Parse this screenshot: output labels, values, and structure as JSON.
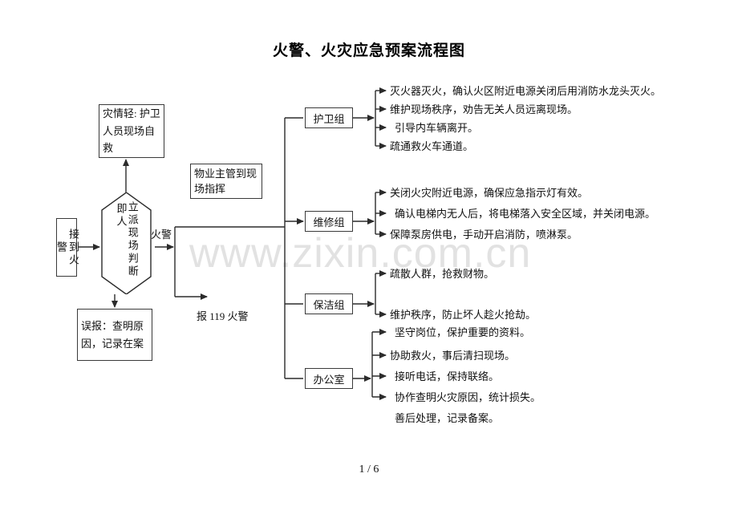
{
  "document": {
    "title": "火警、火灾应急预案流程图",
    "footer": "1 / 6",
    "watermark": "www.zixin.com.cn"
  },
  "flow": {
    "start": "接到火警",
    "decision": {
      "col1": "立派现场判断",
      "col2": "即人",
      "full": "立即派人现场判断"
    },
    "light_case": "灾情轻: 护卫人员现场自救",
    "false_alarm": "误报：查明原因，记录在案",
    "supervisor": "物业主管到现场指挥",
    "fire_label": "火警",
    "call_119": "报 119 火警"
  },
  "groups": [
    {
      "name": "护卫组",
      "tasks": [
        "灭火器灭火，确认火区附近电源关闭后用消防水龙头灭火。",
        "维护现场秩序，劝告无关人员远离现场。",
        "引导内车辆离开。",
        "疏通救火车通道。"
      ]
    },
    {
      "name": "维修组",
      "tasks": [
        "关闭火灾附近电源，确保应急指示灯有效。",
        "确认电梯内无人后，将电梯落入安全区域，并关闭电源。",
        "保障泵房供电，手动开启消防，喷淋泵。"
      ]
    },
    {
      "name": "保洁组",
      "tasks": [
        "疏散人群，抢救财物。",
        "维护秩序，防止坏人趁火抢劫。"
      ]
    },
    {
      "name": "办公室",
      "tasks": [
        "坚守岗位，保护重要的资料。",
        "协助救火，事后清扫现场。",
        "接听电话，保持联络。",
        "协作查明火灾原因，统计损失。",
        "善后处理，记录备案。"
      ]
    }
  ],
  "colors": {
    "line": "#3a3a3a",
    "text": "#111111",
    "watermark": "#e2e2e2",
    "background": "#ffffff"
  }
}
